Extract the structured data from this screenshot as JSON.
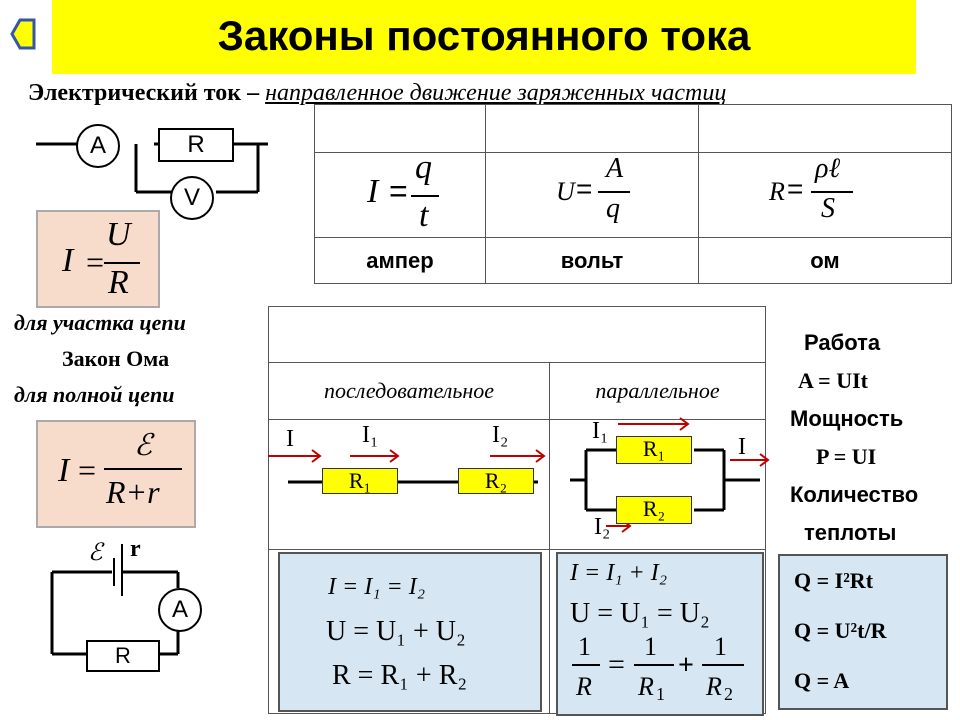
{
  "title": "Законы постоянного  тока",
  "definition": {
    "term": "Электрический ток –",
    "rest": "направленное движение заряженных частиц"
  },
  "colors": {
    "title_bg": "#ffff00",
    "peach": "#f8dccb",
    "blue_box": "#d6e6f2",
    "arrow": "#c00000",
    "resistor": "#ffff00"
  },
  "circuit1": {
    "ammeter": "A",
    "resistor": "R",
    "voltmeter": "V"
  },
  "ohm_formula": {
    "lhs": "I",
    "num": "U",
    "den": "R"
  },
  "quantities": {
    "current": {
      "lhs": "I",
      "num": "q",
      "den": "t",
      "unit": "ампер"
    },
    "voltage": {
      "lhs": "U",
      "num": "A",
      "den": "q",
      "unit": "вольт"
    },
    "resistance": {
      "lhs": "R",
      "num": "ρℓ",
      "den": "S",
      "unit": "ом"
    }
  },
  "ohm_labels": {
    "section": "для участка цепи",
    "law": "Закон Ома",
    "full": "для полной цепи"
  },
  "full_formula": {
    "lhs": "I",
    "num": "ℰ",
    "den": "R+r"
  },
  "circuit2": {
    "emf": "ℰ",
    "r": "r",
    "ammeter": "A",
    "resistor": "R"
  },
  "connections": {
    "series": {
      "header": "последовательное",
      "i": "I",
      "i1": "I₁",
      "i2": "I₂",
      "r1": "R₁",
      "r2": "R₂",
      "f1": "I = I₁ = I₂",
      "f2": "U = U₁ + U₂",
      "f3": "R = R₁ + R₂"
    },
    "parallel": {
      "header": "параллельное",
      "i": "I",
      "i1": "I₁",
      "i2": "I₂",
      "r1": "R₁",
      "r2": "R₂",
      "f1": "I = I₁ + I₂",
      "f2": "U = U₁ = U₂",
      "f3_one": "1",
      "f3_r": "R",
      "f3_r1": "R",
      "f3_r2": "R",
      "f3_sub1": "1",
      "f3_sub2": "2"
    }
  },
  "work": {
    "work_label": "Работа",
    "work_formula": "A = UIt",
    "power_label": "Мощность",
    "power_formula": "P = UI",
    "heat_label": "Количество",
    "heat_label2": "теплоты",
    "q1": "Q = I²Rt",
    "q2": "Q = U²t/R",
    "q3": "Q = A"
  }
}
